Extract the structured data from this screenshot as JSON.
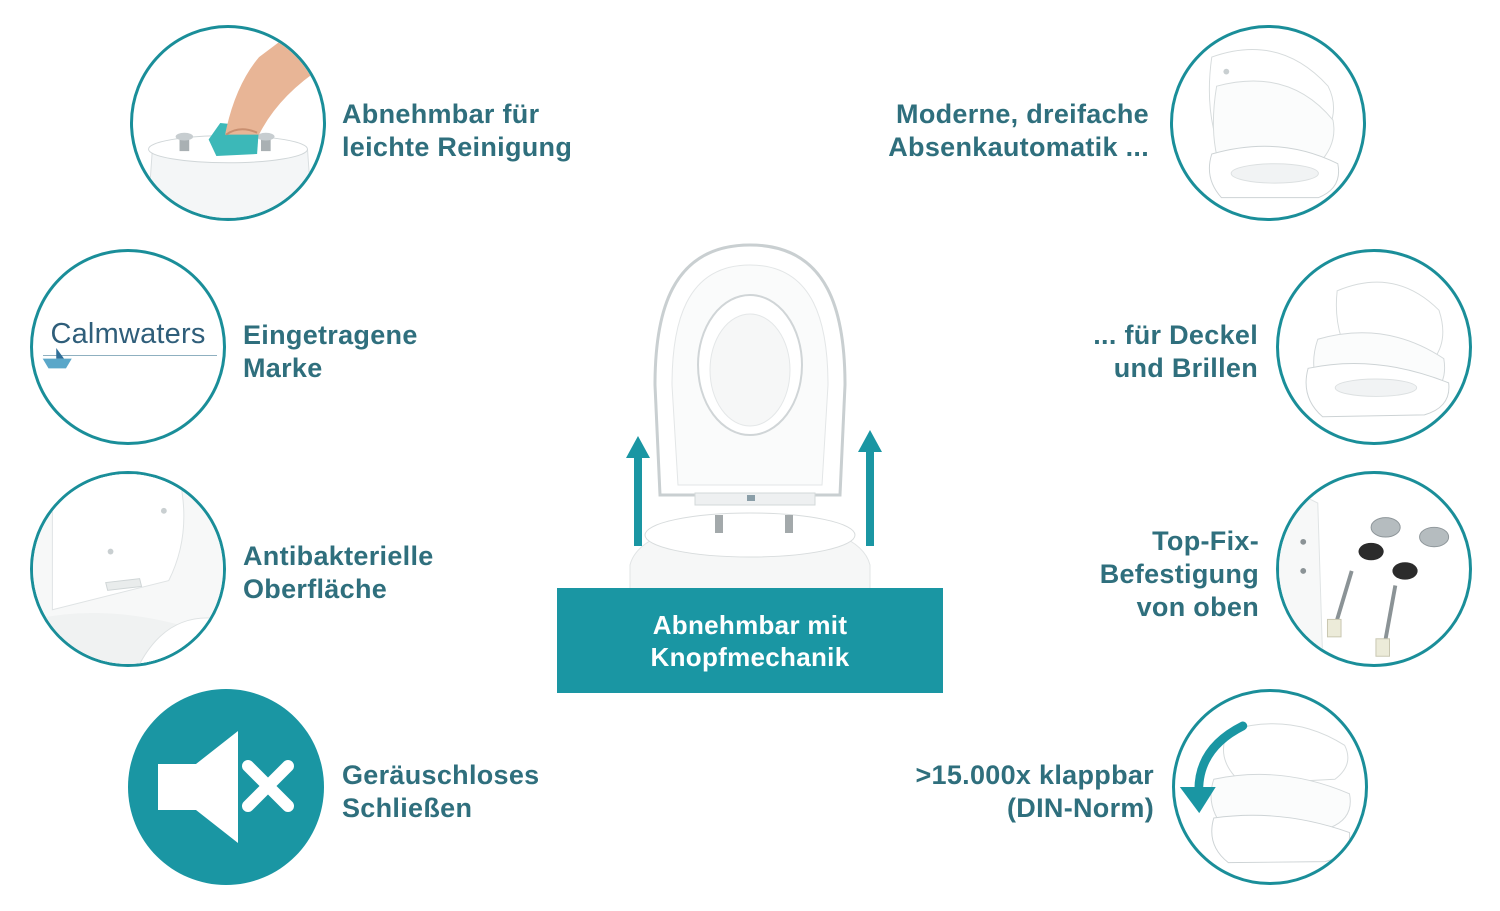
{
  "features_left": [
    {
      "line1": "Abnehmbar für",
      "line2": "leichte Reinigung",
      "icon": "hand-cleaning-icon"
    },
    {
      "line1": "Eingetragene",
      "line2": "Marke",
      "icon": "brand-logo"
    },
    {
      "line1": "Antibakterielle",
      "line2": "Oberfläche",
      "icon": "seat-surface-icon"
    },
    {
      "line1": "Geräuschloses",
      "line2": "Schließen",
      "icon": "speaker-mute-icon"
    }
  ],
  "features_right": [
    {
      "line1": "Moderne, dreifache",
      "line2": "Absenkautomatik ...",
      "icon": "soft-close-seat-icon"
    },
    {
      "line1": "... für Deckel",
      "line2": "und Brillen",
      "icon": "lid-and-seat-icon"
    },
    {
      "line1": "Top-Fix-",
      "line2": "Befestigung",
      "line3": "von oben",
      "icon": "mounting-hardware-icon"
    },
    {
      "line1": ">15.000x klappbar",
      "line2": "(DIN-Norm)",
      "icon": "rotation-arrow-icon"
    }
  ],
  "brand": {
    "name": "Calmwaters"
  },
  "banner": {
    "line1": "Abnehmbar mit",
    "line2": "Knopfmechanik"
  },
  "colors": {
    "accent": "#1a96a3",
    "text": "#2f6f7d",
    "circle_border": "#1a8e99"
  }
}
